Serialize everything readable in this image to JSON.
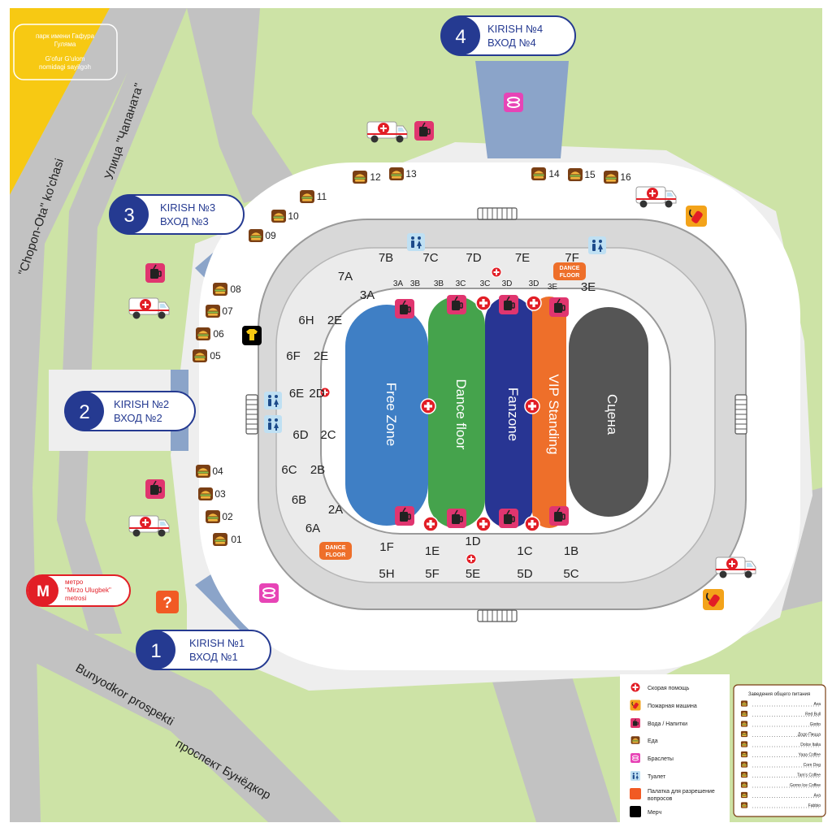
{
  "park": {
    "line1": "парк имени Гафура",
    "line2": "Гуляма",
    "line3": "G'ofur G'ulom",
    "line4": "nomidagi sayilgoh"
  },
  "streets": {
    "chopon_ota": "\"Chopon-Ota\" ko'chasi",
    "chapanata": "Улица \"Чапаната\"",
    "bunyodkor_latin": "Bunyodkor prospekti",
    "bunyodkor_cyr": "проспект Бунёдкор"
  },
  "entrances": [
    {
      "num": "1",
      "latin": "KIRISH №1",
      "cyr": "ВХОД №1"
    },
    {
      "num": "2",
      "latin": "KIRISH №2",
      "cyr": "ВХОД №2"
    },
    {
      "num": "3",
      "latin": "KIRISH №3",
      "cyr": "ВХОД №3"
    },
    {
      "num": "4",
      "latin": "KIRISH №4",
      "cyr": "ВХОД №4"
    }
  ],
  "food_stalls": [
    "01",
    "02",
    "03",
    "04",
    "05",
    "06",
    "07",
    "08",
    "09",
    "10",
    "11",
    "12",
    "13",
    "14",
    "15",
    "16"
  ],
  "zones": {
    "free": "Free Zone",
    "dance": "Dance floor",
    "fan": "Fanzone",
    "vip": "VIP Standing",
    "stage": "Сцена"
  },
  "dance_floor_tag": {
    "line1": "DANCE",
    "line2": "FLOOR"
  },
  "metro": {
    "letter": "M",
    "line1": "метро",
    "line2": "\"Mirzo Ulugbek\"",
    "line3": "metrosi"
  },
  "help_mark": "?",
  "sectors": {
    "s7A": "7A",
    "s7B": "7B",
    "s7C": "7C",
    "s7D": "7D",
    "s7E": "7E",
    "s7F": "7F",
    "s3A1": "3A",
    "s3A2": "3A",
    "s3B1": "3B",
    "s3B2": "3B",
    "s3C1": "3C",
    "s3C2": "3C",
    "s3D1": "3D",
    "s3D2": "3D",
    "s3E1": "3E",
    "s3E2": "3E",
    "s6H": "6H",
    "s2E1": "2E",
    "s6F": "6F",
    "s2E2": "2E",
    "s6E": "6E",
    "s2D": "2D",
    "s6D": "6D",
    "s2C": "2C",
    "s6C": "6C",
    "s2B": "2B",
    "s6B": "6B",
    "s2A": "2A",
    "s6A": "6A",
    "s1F": "1F",
    "s1E": "1E",
    "s1D": "1D",
    "s1C": "1C",
    "s1B": "1B",
    "s5H": "5H",
    "s5F": "5F",
    "s5E": "5E",
    "s5D": "5D",
    "s5C": "5C"
  },
  "legend": {
    "first_aid": "Скорая помощь",
    "fire": "Пожарная машина",
    "water": "Вода / Напитки",
    "food": "Еда",
    "bracelets": "Браслеты",
    "toilet": "Туалет",
    "tent_line1": "Палатка для разрешение",
    "tent_line2": "вопросов",
    "merch": "Мерч"
  },
  "catering": {
    "title": "Заведения общего питания",
    "rows": [
      "Ava",
      "Red Bull",
      "Giotto",
      "Додо Пицца",
      "Dolce Italia",
      "Yaaa Coffee",
      "Corn Dog",
      "Tam's Coffee",
      "Gorno Ice Coffee",
      "Ava",
      "Fabbio"
    ]
  },
  "colors": {
    "grass": "#cde3a6",
    "road": "#c2c2c2",
    "plaza": "#eeeeee",
    "yellow": "#f7c913",
    "entrance_blue": "#253a91",
    "corridor": "#8ba4c9",
    "free_zone": "#3f7fc5",
    "dance_floor": "#45a34c",
    "fanzone": "#283593",
    "vip": "#ee6f2a",
    "stage": "#555555",
    "food": "#7a3f14",
    "drink": "#e0356f",
    "first_aid": "#e21e26",
    "fire": "#f3a31a",
    "bracelets": "#e744b6",
    "toilet_bg": "#bfe0f3",
    "merch": "#000000"
  }
}
